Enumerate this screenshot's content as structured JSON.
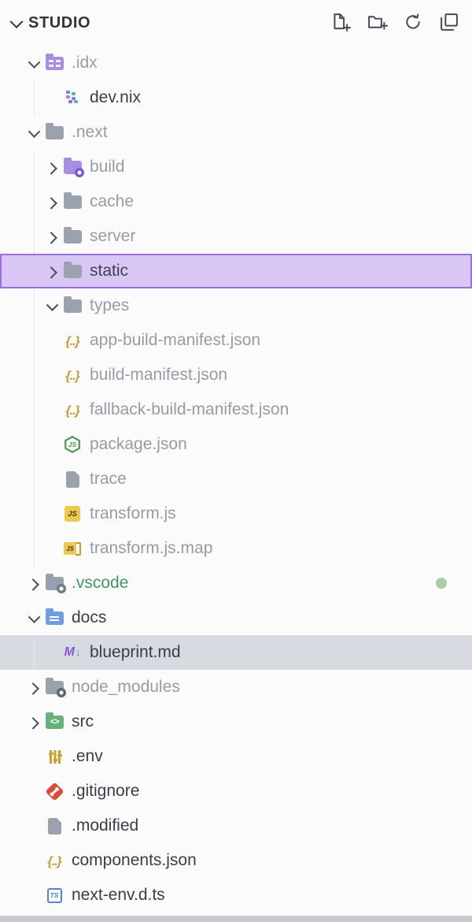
{
  "header": {
    "title": "STUDIO",
    "collapse_icon": "chevron-down-icon",
    "toolbar": [
      {
        "icon": "new-file-icon"
      },
      {
        "icon": "new-folder-icon"
      },
      {
        "icon": "refresh-icon"
      },
      {
        "icon": "collapse-all-icon"
      }
    ]
  },
  "tree": [
    {
      "label": ".idx",
      "depth": 0,
      "kind": "folder",
      "state": "expanded",
      "icon": "idx-folder-icon",
      "text": "muted"
    },
    {
      "label": "dev.nix",
      "depth": 1,
      "kind": "file",
      "icon": "nix-icon",
      "text": "default"
    },
    {
      "label": ".next",
      "depth": 0,
      "kind": "folder",
      "state": "expanded",
      "icon": "folder-icon",
      "text": "muted"
    },
    {
      "label": "build",
      "depth": 1,
      "kind": "folder",
      "state": "collapsed",
      "icon": "build-folder-icon",
      "text": "muted"
    },
    {
      "label": "cache",
      "depth": 1,
      "kind": "folder",
      "state": "collapsed",
      "icon": "folder-icon",
      "text": "muted"
    },
    {
      "label": "server",
      "depth": 1,
      "kind": "folder",
      "state": "collapsed",
      "icon": "folder-icon",
      "text": "muted"
    },
    {
      "label": "static",
      "depth": 1,
      "kind": "folder",
      "state": "collapsed",
      "icon": "folder-icon",
      "text": "muted",
      "selected": true
    },
    {
      "label": "types",
      "depth": 1,
      "kind": "folder",
      "state": "expanded",
      "icon": "folder-icon",
      "text": "muted"
    },
    {
      "label": "app-build-manifest.json",
      "depth": 1,
      "kind": "file",
      "icon": "json-icon",
      "text": "muted"
    },
    {
      "label": "build-manifest.json",
      "depth": 1,
      "kind": "file",
      "icon": "json-icon",
      "text": "muted"
    },
    {
      "label": "fallback-build-manifest.json",
      "depth": 1,
      "kind": "file",
      "icon": "json-icon",
      "text": "muted"
    },
    {
      "label": "package.json",
      "depth": 1,
      "kind": "file",
      "icon": "nodejs-icon",
      "text": "muted"
    },
    {
      "label": "trace",
      "depth": 1,
      "kind": "file",
      "icon": "file-icon",
      "text": "muted"
    },
    {
      "label": "transform.js",
      "depth": 1,
      "kind": "file",
      "icon": "js-icon",
      "text": "muted"
    },
    {
      "label": "transform.js.map",
      "depth": 1,
      "kind": "file",
      "icon": "js-map-icon",
      "text": "muted"
    },
    {
      "label": ".vscode",
      "depth": 0,
      "kind": "folder",
      "state": "collapsed",
      "icon": "vscode-folder-icon",
      "text": "green",
      "badge": "green-dot"
    },
    {
      "label": "docs",
      "depth": 0,
      "kind": "folder",
      "state": "expanded",
      "icon": "docs-folder-icon",
      "text": "default"
    },
    {
      "label": "blueprint.md",
      "depth": 1,
      "kind": "file",
      "icon": "markdown-icon",
      "text": "default",
      "active": true
    },
    {
      "label": "node_modules",
      "depth": 0,
      "kind": "folder",
      "state": "collapsed",
      "icon": "node-modules-folder-icon",
      "text": "muted"
    },
    {
      "label": "src",
      "depth": 0,
      "kind": "folder",
      "state": "collapsed",
      "icon": "src-folder-icon",
      "text": "default"
    },
    {
      "label": ".env",
      "depth": 0,
      "kind": "file",
      "icon": "env-icon",
      "text": "default"
    },
    {
      "label": ".gitignore",
      "depth": 0,
      "kind": "file",
      "icon": "git-icon",
      "text": "default"
    },
    {
      "label": ".modified",
      "depth": 0,
      "kind": "file",
      "icon": "file-icon",
      "text": "default"
    },
    {
      "label": "components.json",
      "depth": 0,
      "kind": "file",
      "icon": "json-icon",
      "text": "default"
    },
    {
      "label": "next-env.d.ts",
      "depth": 0,
      "kind": "file",
      "icon": "typescript-icon",
      "text": "default"
    }
  ],
  "colors": {
    "panel_bg": "#fbfbfc",
    "selection_bg": "#d9c6f4",
    "selection_border": "#9c6ee4",
    "active_row_bg": "#d7dae1",
    "muted_text": "#969ba5",
    "default_text": "#383d47",
    "git_new_text": "#3f9a5f",
    "status_dot": "#a9cfa4"
  }
}
